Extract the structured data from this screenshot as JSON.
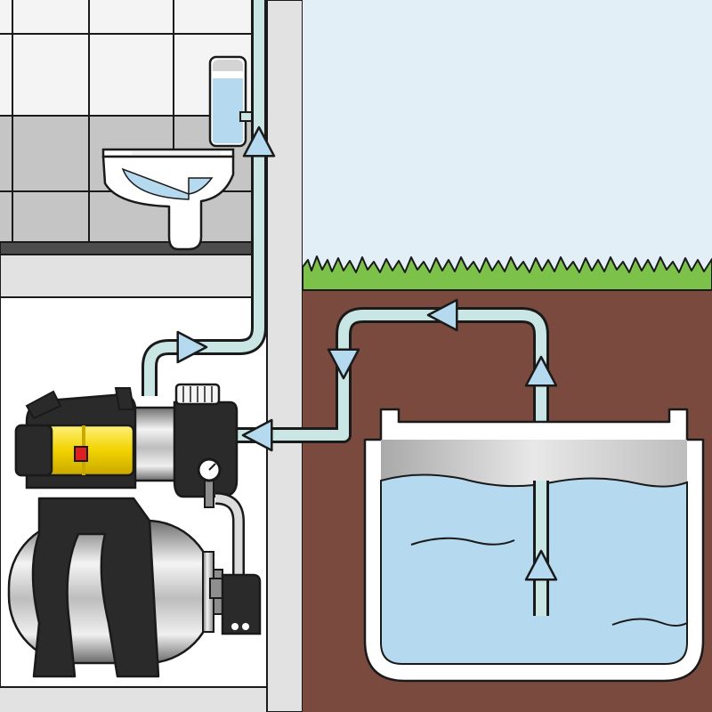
{
  "colors": {
    "outline": "#1a1a1a",
    "pipe_fill": "#c9e6e4",
    "water": "#b5d9ee",
    "sky": "#e3eff7",
    "grass": "#7cc24a",
    "soil": "#7a4a3e",
    "tile_dark": "#c5c5c5",
    "tile_light": "#f4f4f4",
    "wall_grey": "#e2e2e2",
    "pump_black": "#2a2a2a",
    "pump_yellow": "#f2d200",
    "indicator_red": "#e02020"
  },
  "diagram": {
    "components": [
      {
        "id": "toilet",
        "icon": "toilet-icon"
      },
      {
        "id": "cistern",
        "icon": "cistern-icon"
      },
      {
        "id": "pump",
        "icon": "pump-icon"
      },
      {
        "id": "pressure_gauge",
        "icon": "gauge-icon"
      },
      {
        "id": "pressure_tank",
        "icon": "tank-icon"
      },
      {
        "id": "rainwater_tank",
        "icon": "cistern-tank-icon"
      },
      {
        "id": "grass",
        "icon": "grass-icon"
      }
    ],
    "flow_direction": [
      "rainwater_tank",
      "pump",
      "cistern"
    ]
  }
}
